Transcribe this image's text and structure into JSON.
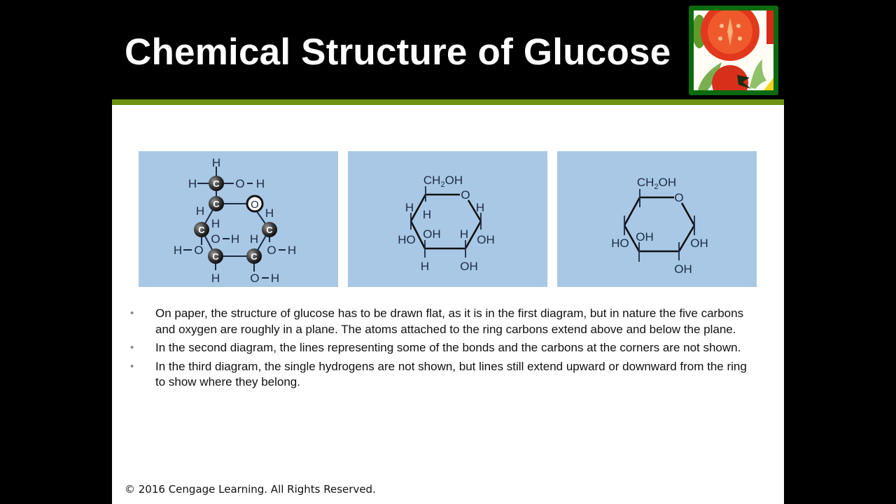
{
  "slide": {
    "title": "Chemical Structure of Glucose",
    "logo": {
      "description": "tomato-and-arugula-salad-photo",
      "frame_color": "#0b6b0e"
    },
    "accent_color": "#6a9413",
    "diagrams": [
      {
        "id": "flat-structure",
        "label": "Glucose ring with explicit carbon atoms",
        "atoms": [
          "C",
          "C",
          "C",
          "C",
          "C",
          "C",
          "O"
        ],
        "labels": [
          "H",
          "H",
          "O",
          "H",
          "H",
          "H",
          "O",
          "H",
          "H",
          "O",
          "H",
          "H",
          "O",
          "H",
          "H",
          "O",
          "H"
        ]
      },
      {
        "id": "haworth-with-hydrogens",
        "label": "Haworth projection with hydrogens",
        "labels": [
          "CH2OH",
          "O",
          "H",
          "H",
          "H",
          "HO",
          "OH",
          "H",
          "OH",
          "H",
          "OH"
        ]
      },
      {
        "id": "haworth-no-hydrogens",
        "label": "Haworth projection without single hydrogens",
        "labels": [
          "CH2OH",
          "O",
          "HO",
          "OH",
          "OH",
          "OH"
        ]
      }
    ],
    "bullets": [
      "On paper, the structure of glucose has to be drawn flat, as it is in the first diagram, but in nature the five carbons and oxygen are roughly in a plane. The atoms attached to the ring carbons extend above and below the plane.",
      "In the second diagram, the lines representing some of the bonds and the carbons at the corners are not shown.",
      "In the third diagram, the single hydrogens are not shown, but lines still extend upward or downward from the ring to show where they belong."
    ],
    "bullet_glyph": "•",
    "footer": "©  2016 Cengage Learning. All Rights Reserved."
  }
}
